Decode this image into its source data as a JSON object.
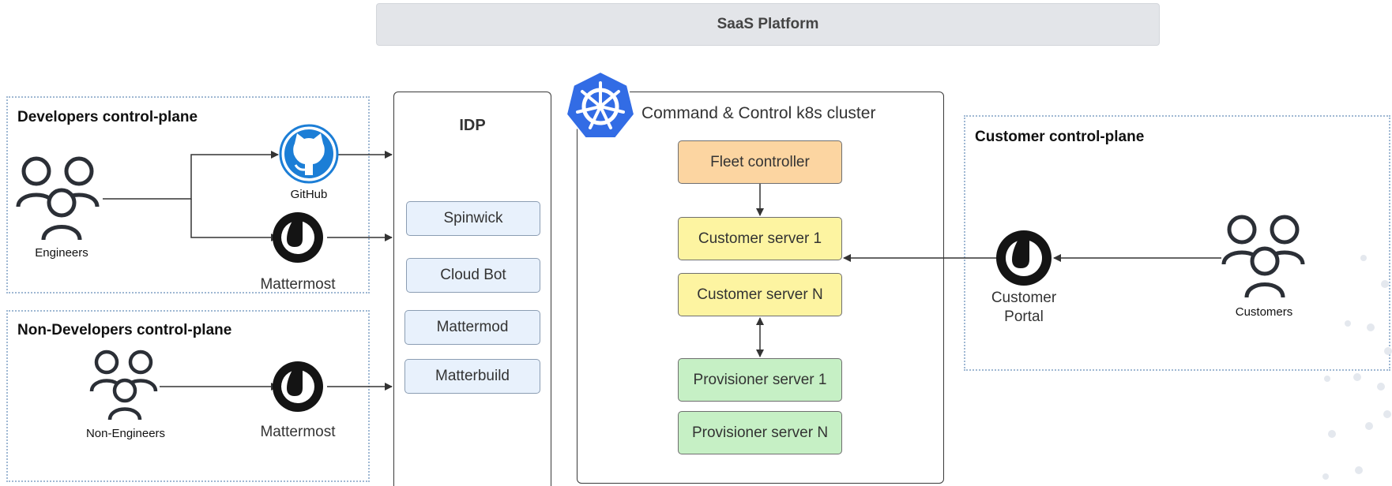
{
  "banner": {
    "title": "SaaS Platform"
  },
  "developers_plane": {
    "title": "Developers control-plane",
    "actor": "Engineers",
    "tools": [
      "GitHub",
      "Mattermost"
    ]
  },
  "non_developers_plane": {
    "title": "Non-Developers control-plane",
    "actor": "Non-Engineers",
    "tool": "Mattermost"
  },
  "idp": {
    "title": "IDP",
    "items": [
      "Spinwick",
      "Cloud Bot",
      "Mattermod",
      "Matterbuild"
    ]
  },
  "cluster": {
    "title": "Command & Control k8s cluster",
    "fleet_controller": "Fleet controller",
    "customer_servers": [
      "Customer server 1",
      "Customer server N"
    ],
    "provisioner_servers": [
      "Provisioner server 1",
      "Provisioner server N"
    ]
  },
  "customer_plane": {
    "title": "Customer control-plane",
    "portal": [
      "Customer",
      "Portal"
    ],
    "actor": "Customers"
  },
  "colors": {
    "github_blue": "#1c7ed6",
    "kubernetes_blue": "#326ce5",
    "fleet_orange": "#fcd5a1",
    "customer_yellow": "#fdf4a1",
    "provisioner_green": "#c6f0c5",
    "idp_blue": "#e8f1fc"
  },
  "icons": [
    "people-icon",
    "github-icon",
    "mattermost-icon",
    "kubernetes-icon"
  ]
}
